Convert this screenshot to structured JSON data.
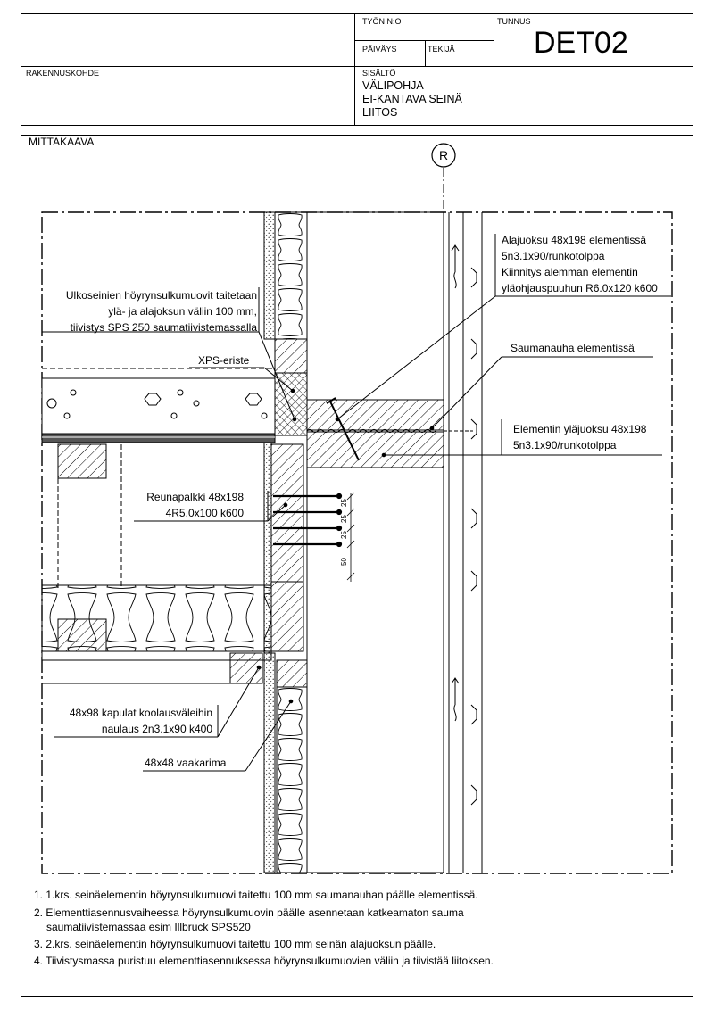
{
  "title_block": {
    "work_no_label": "TYÖN N:O",
    "id_label": "TUNNUS",
    "id_value": "DET02",
    "date_label": "PÄIVÄYS",
    "author_label": "TEKIJÄ",
    "site_label": "RAKENNUSKOHDE",
    "content_label": "SISÄLTÖ",
    "content_lines": [
      "VÄLIPOHJA",
      "EI-KANTAVA SEINÄ",
      "LIITOS"
    ]
  },
  "drawing": {
    "scale_label": "MITTAKAAVA",
    "axis_marker": "R",
    "callouts": {
      "vapor_barrier": [
        "Ulkoseinien höyrynsulkumuovit taitetaan",
        "ylä- ja alajoksun väliin 100 mm,",
        "tiivistys SPS 250 saumatiivistemassalla"
      ],
      "xps": "XPS-eriste",
      "bottom_plate": [
        "Alajuoksu 48x198 elementissä",
        "5n3.1x90/runkotolppa",
        "Kiinnitys alemman elementin",
        "yläohjauspuuhun R6.0x120 k600"
      ],
      "seam_tape": "Saumanauha elementissä",
      "top_plate": [
        "Elementin yläjuoksu 48x198",
        "5n3.1x90/runkotolppa"
      ],
      "rim_joist": [
        "Reunapalkki 48x198",
        "4R5.0x100 k600"
      ],
      "battens": [
        "48x98 kapulat koolausväleihin",
        "naulaus 2n3.1x90 k400"
      ],
      "furring": "48x48 vaakarima"
    },
    "dimensions": [
      "25",
      "25",
      "25",
      "50"
    ]
  },
  "notes": [
    "1. 1.krs. seinäelementin höyrynsulkumuovi taitettu 100 mm saumanauhan päälle elementissä.",
    "2. Elementtiasennusvaiheessa höyrynsulkumuovin päälle asennetaan katkeamaton sauma",
    "saumatiivistemassaa esim Illbruck SPS520",
    "3. 2.krs. seinäelementin höyrynsulkumuovi taitettu 100 mm seinän alajuoksun päälle.",
    "4. Tiivistysmassa puristuu elementtiasennuksessa höyrynsulkumuovien väliin ja tiivistää liitoksen."
  ]
}
